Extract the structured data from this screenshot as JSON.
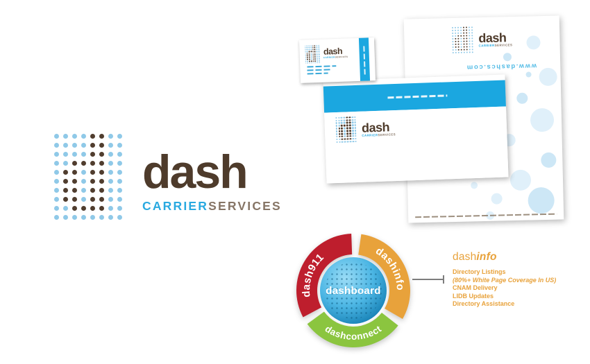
{
  "colors": {
    "blue": "#29a9e0",
    "light_blue": "#8fc9e8",
    "brown": "#4e3b2b",
    "taupe": "#867566",
    "red": "#be1e2d",
    "orange": "#e8a23b",
    "green": "#8bc53f"
  },
  "logo": {
    "name": "dash",
    "tagline_part1": "CARRIER",
    "tagline_part2": "SERVICES",
    "dot_pattern": [
      "....bb..",
      "....bb..",
      "....bb..",
      "..bbbb..",
      ".bb.bb..",
      ".bb.bb..",
      ".bb.bb..",
      ".bb.bb..",
      "..bbbb..",
      "........"
    ]
  },
  "stationery": {
    "website_url": "www.dashcs.com"
  },
  "diagram": {
    "center_label": "dashboard",
    "segments": [
      {
        "label": "dash911",
        "color": "#be1e2d"
      },
      {
        "label": "dashinfo",
        "color": "#e8a23b"
      },
      {
        "label": "dashconnect",
        "color": "#8bc53f"
      }
    ]
  },
  "info_panel": {
    "title_part1": "dash",
    "title_part2": "info",
    "items": [
      "Directory Listings",
      "(80%+ White Page Coverage In US)",
      "CNAM Delivery",
      "LIDB Updates",
      "Directory Assistance"
    ]
  }
}
